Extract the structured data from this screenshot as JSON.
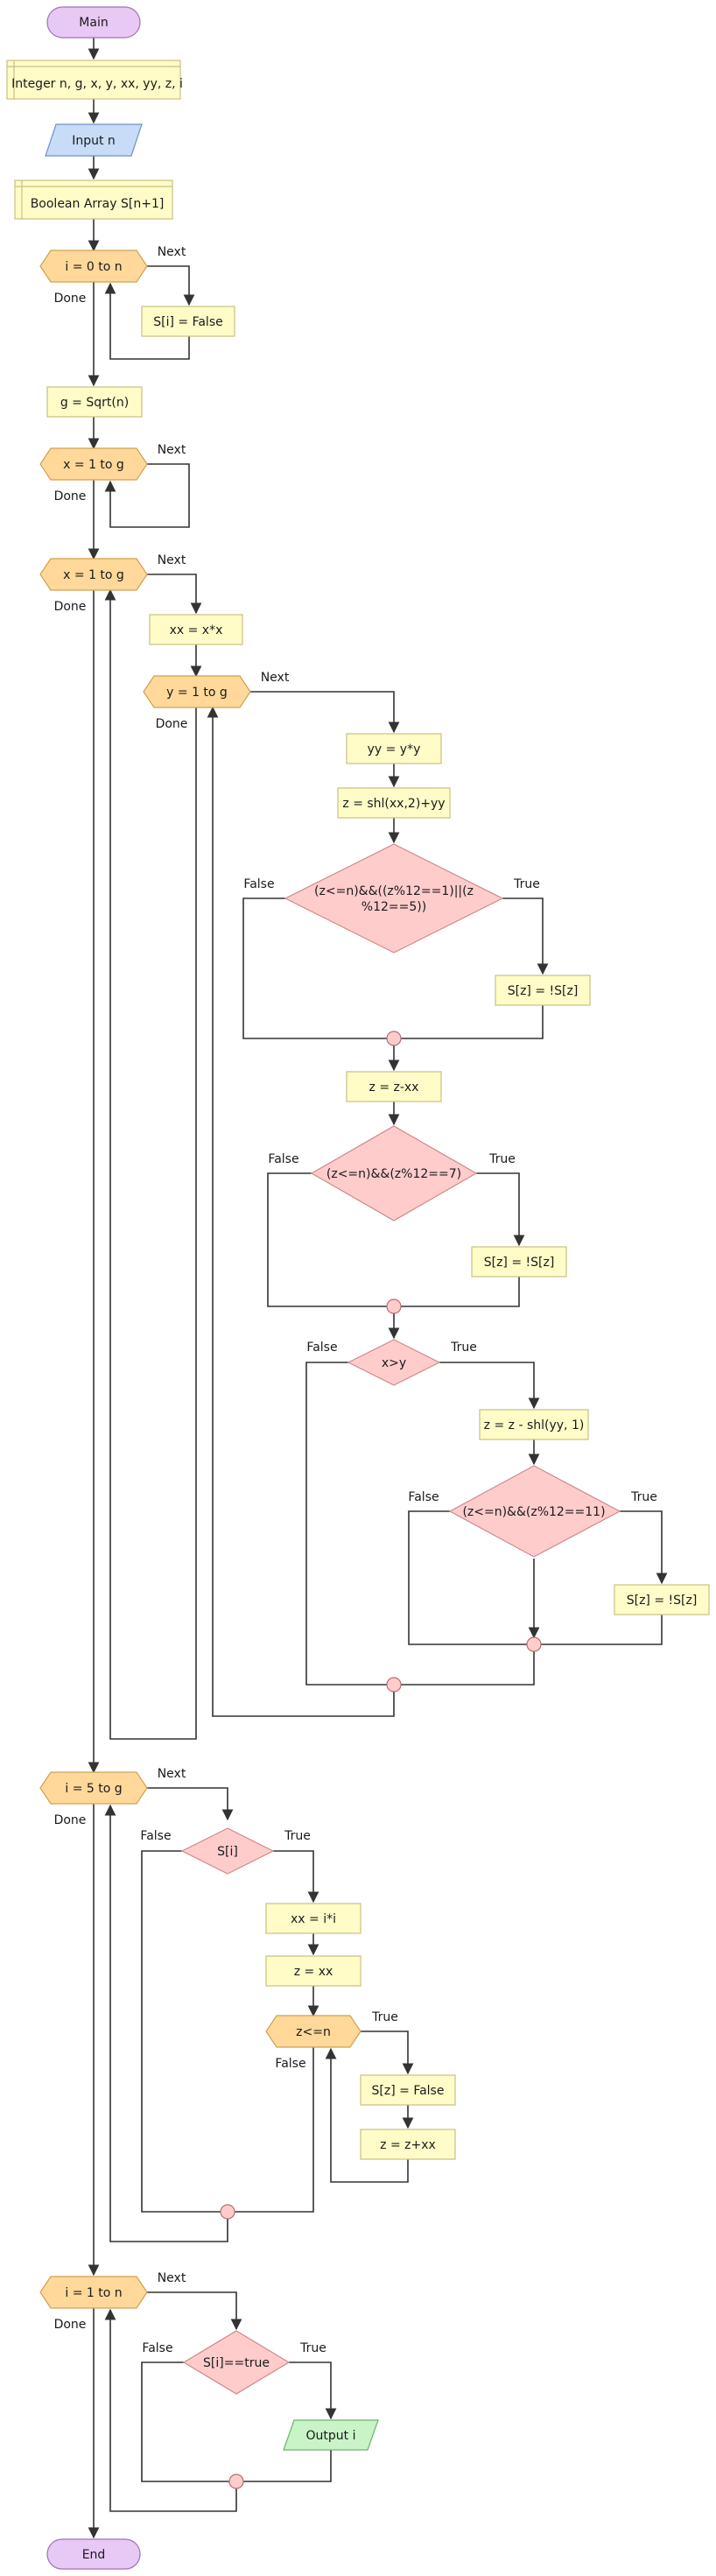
{
  "nodes": {
    "main": "Main",
    "declare": "Integer n, g, x, y, xx, yy, z, i",
    "input": "Input n",
    "array": "Boolean Array S[n+1]",
    "loop_i_init": "i = 0 to n",
    "set_false": "S[i] = False",
    "sqrt": "g = Sqrt(n)",
    "loop_x_empty": "x = 1 to g",
    "loop_x": "x = 1 to g",
    "xx_assign": "xx = x*x",
    "loop_y": "y = 1 to g",
    "yy_assign": "yy = y*y",
    "z1": "z = shl(xx,2)+yy",
    "cond1_line1": "(z<=n)&&((z%12==1)||(z",
    "cond1_line2": "%12==5))",
    "toggle1": "S[z] = !S[z]",
    "z2": "z = z-xx",
    "cond2": "(z<=n)&&(z%12==7)",
    "toggle2": "S[z] = !S[z]",
    "cond_xy": "x>y",
    "z3": "z = z - shl(yy, 1)",
    "cond3": "(z<=n)&&(z%12==11)",
    "toggle3": "S[z] = !S[z]",
    "loop_i5": "i = 5 to g",
    "cond_si": "S[i]",
    "xx_sq": "xx = i*i",
    "z_xx": "z = xx",
    "loop_z": "z<=n",
    "clear": "S[z] = False",
    "z_inc": "z = z+xx",
    "loop_i_out": "i = 1 to n",
    "cond_out": "S[i]==true",
    "output": "Output i",
    "end": "End"
  },
  "labels": {
    "next": "Next",
    "done": "Done",
    "true": "True",
    "false": "False"
  }
}
